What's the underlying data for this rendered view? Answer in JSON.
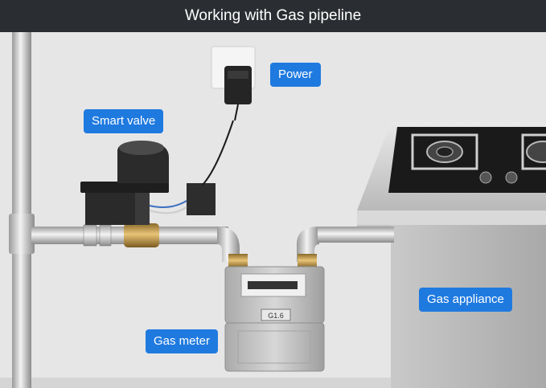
{
  "title": "Working with Gas pipeline",
  "labels": {
    "power": "Power",
    "smart_valve": "Smart valve",
    "gas_meter": "Gas meter",
    "gas_appliance": "Gas appliance"
  },
  "meter_plate": "G1.6",
  "colors": {
    "label_bg": "#1f7ae0",
    "header_bg": "#2a2d31",
    "wall": "#e6e6e6"
  }
}
